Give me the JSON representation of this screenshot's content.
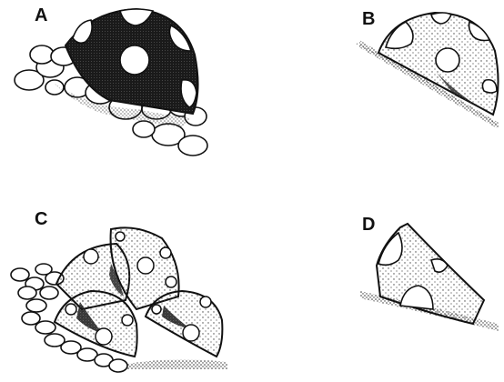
{
  "panels": [
    {
      "label": "A"
    },
    {
      "label": "B"
    },
    {
      "label": "C"
    },
    {
      "label": "D"
    }
  ],
  "colors": {
    "ink": "#111111",
    "dark_fill": "#1a1a1a",
    "stipple": "#555555",
    "background": "#ffffff"
  }
}
